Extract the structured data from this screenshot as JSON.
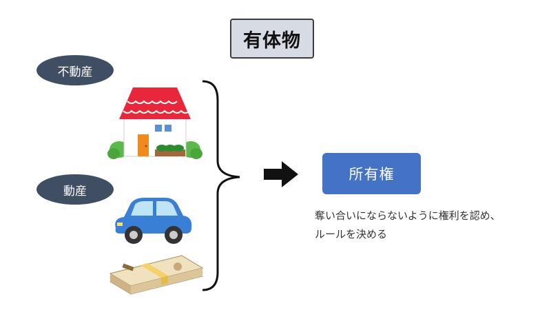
{
  "title": "有体物",
  "categories": {
    "immovable": "不動産",
    "movable": "動産"
  },
  "result": "所有権",
  "description": {
    "line1": "奪い合いにならないように権利を認め、",
    "line2": "ルールを決める"
  },
  "icons": {
    "house": "house-icon",
    "car": "car-icon",
    "money": "money-bundle-icon",
    "arrow": "right-arrow-icon",
    "brace": "curly-brace-icon"
  },
  "colors": {
    "pill": "#3f4e63",
    "result_box": "#4472c4",
    "title_box": "#d6dbe4",
    "roof": "#e8283a",
    "car": "#3a7fd6"
  }
}
